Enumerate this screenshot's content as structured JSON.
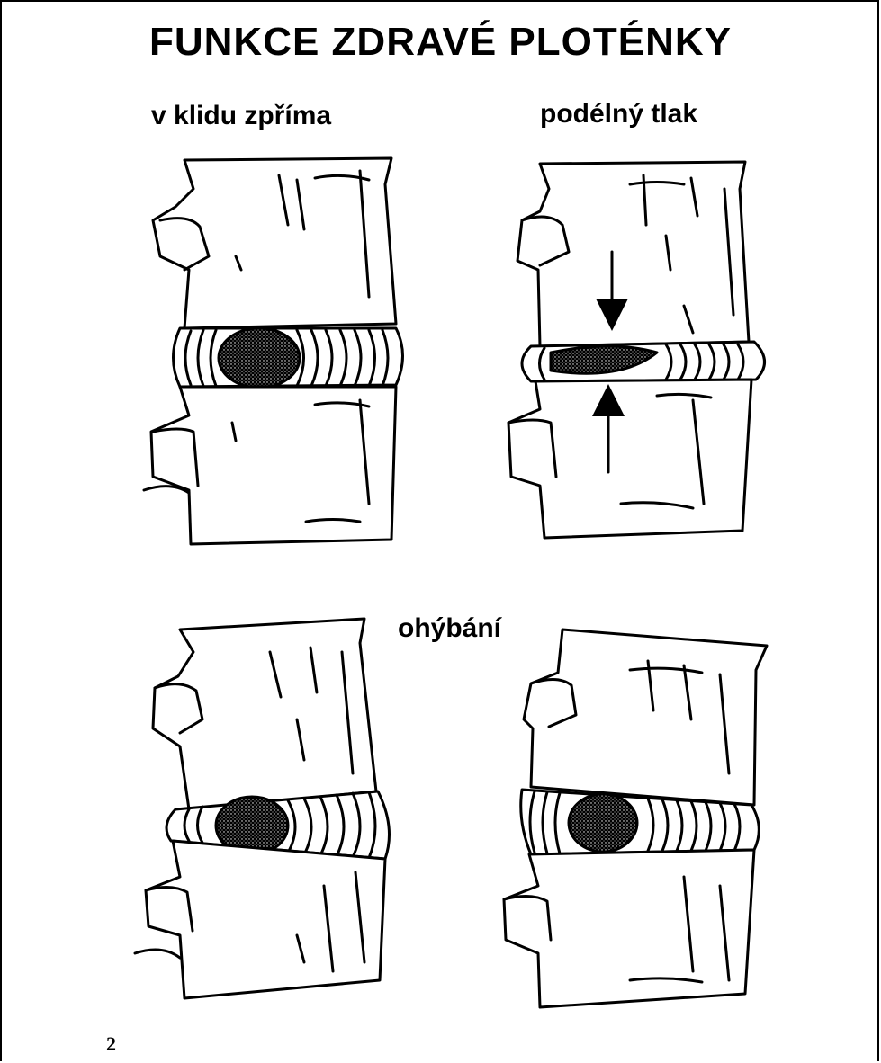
{
  "title": "FUNKCE ZDRAVÉ PLOTÉNKY",
  "panels": {
    "rest_label": "v klidu zpříma",
    "pressure_label": "podélný tlak",
    "bending_label": "ohýbání"
  },
  "page_number": "2"
}
